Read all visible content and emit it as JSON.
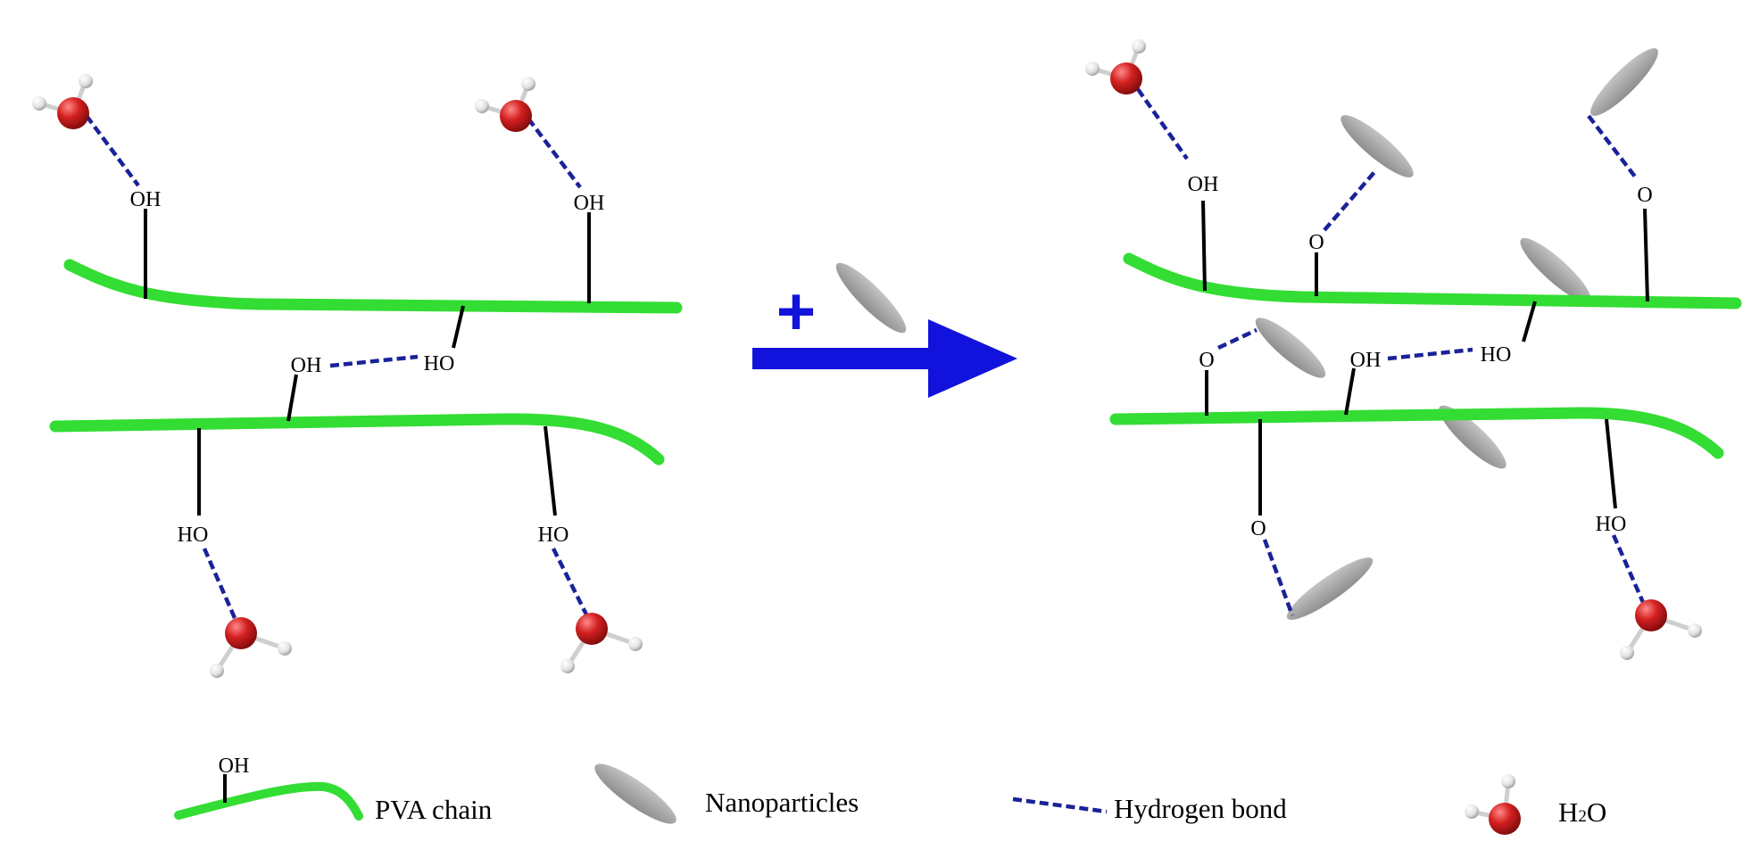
{
  "diagram": {
    "plus_sign": "+",
    "labels": {
      "oh": "OH",
      "ho": "HO",
      "o": "O"
    },
    "legend": {
      "pva_chain": "PVA chain",
      "nanoparticles": "Nanoparticles",
      "hydrogen_bond": "Hydrogen bond",
      "water_h": "H",
      "water_sub": "2",
      "water_o": "O"
    },
    "colors": {
      "pva_chain": "#33dd33",
      "hydrogen_bond": "#1a2299",
      "arrow": "#1212dd",
      "nanoparticle": "#a6a6a6",
      "water_oxygen": "#cc1a1a",
      "water_hydrogen": "#e6e6e6"
    }
  }
}
